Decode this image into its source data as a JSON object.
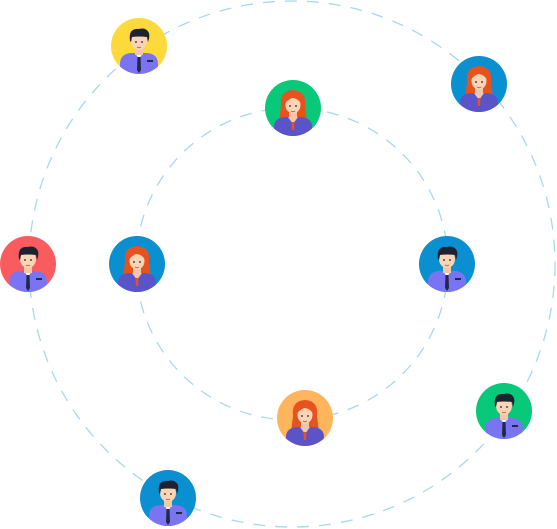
{
  "orbit_color": "#A8D8EE",
  "avatars": [
    {
      "ring": "outer",
      "gender": "male",
      "bg": "#FDD93B",
      "icon": "man-avatar-icon"
    },
    {
      "ring": "outer",
      "gender": "female",
      "bg": "#0A8FD0",
      "icon": "woman-avatar-icon"
    },
    {
      "ring": "outer",
      "gender": "male",
      "bg": "#F85C5F",
      "icon": "man-avatar-icon"
    },
    {
      "ring": "outer",
      "gender": "male",
      "bg": "#08C87A",
      "icon": "man-avatar-icon"
    },
    {
      "ring": "outer",
      "gender": "male",
      "bg": "#0A8FD0",
      "icon": "man-avatar-icon"
    },
    {
      "ring": "inner",
      "gender": "female",
      "bg": "#08C87A",
      "icon": "woman-avatar-icon"
    },
    {
      "ring": "inner",
      "gender": "female",
      "bg": "#0A8FD0",
      "icon": "woman-avatar-icon"
    },
    {
      "ring": "inner",
      "gender": "male",
      "bg": "#0A8FD0",
      "icon": "man-avatar-icon"
    },
    {
      "ring": "inner",
      "gender": "female",
      "bg": "#FEB55B",
      "icon": "woman-avatar-icon"
    }
  ]
}
